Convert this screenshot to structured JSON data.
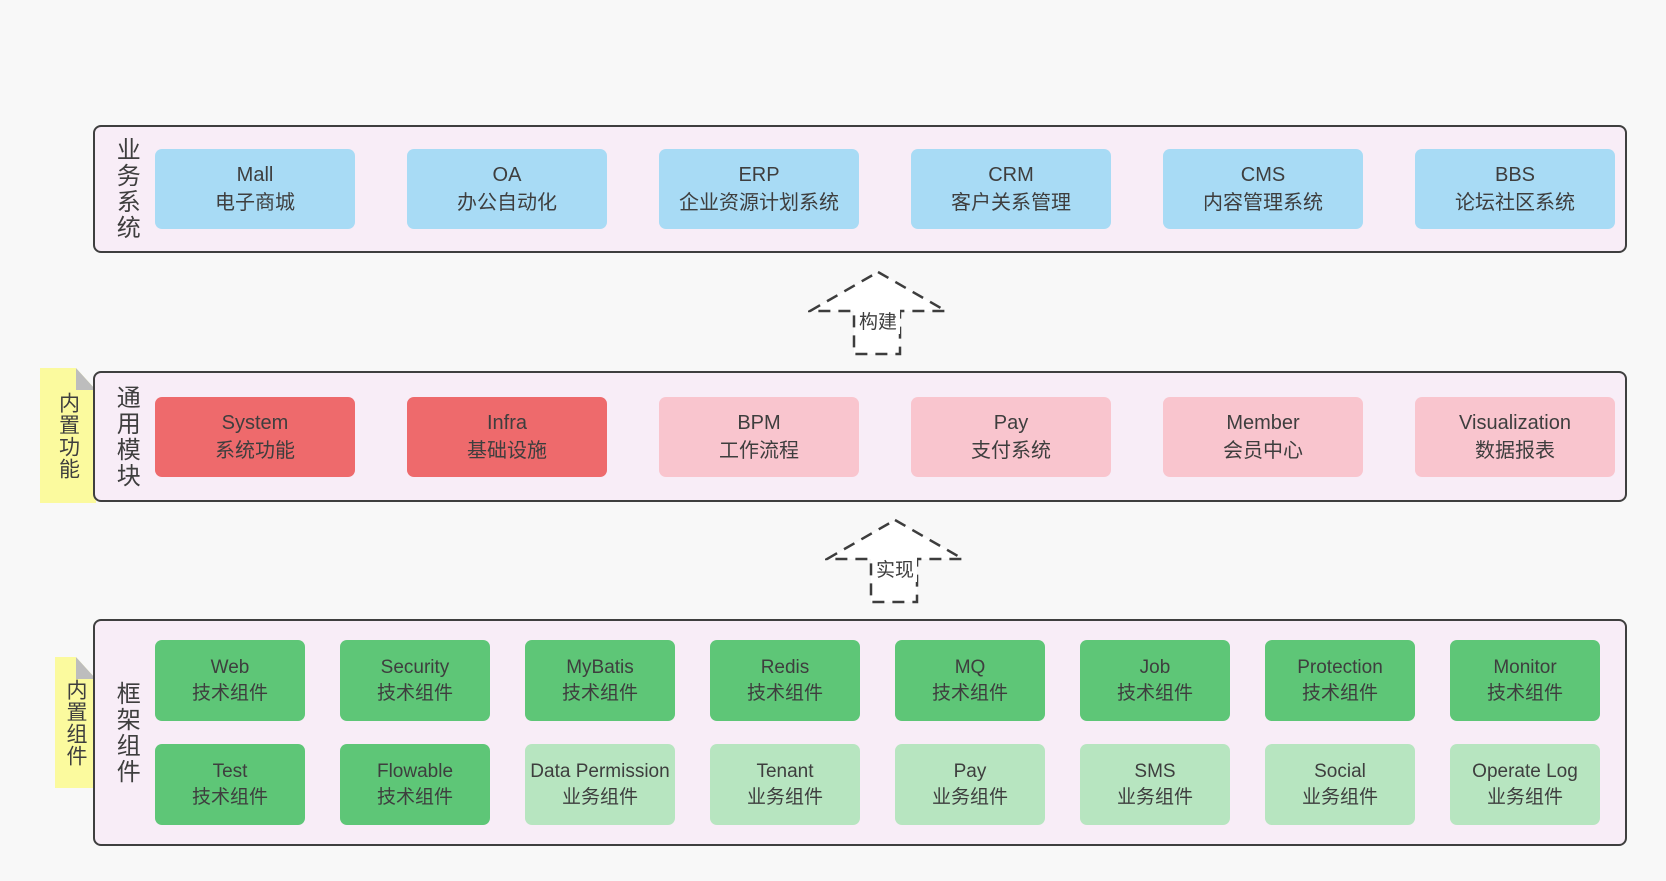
{
  "colors": {
    "page_bg": "#f8f8f8",
    "panel_bg": "#f8edf7",
    "panel_border": "#3f3f3f",
    "text": "#3e3e3e",
    "blue": "#a8dbf5",
    "red": "#ee6a6c",
    "pink": "#f9c5ce",
    "green": "#5ec677",
    "lightgreen": "#b7e5c0",
    "sticky": "#fbfa9e",
    "fold": "#bdbdbd",
    "arrow_stroke": "#3d3d3d",
    "arrow_fill": "#ffffff"
  },
  "sections": [
    {
      "label": "业务系统",
      "rows": [
        [
          {
            "en": "Mall",
            "zh": "电子商城",
            "variant": "blue"
          },
          {
            "en": "OA",
            "zh": "办公自动化",
            "variant": "blue"
          },
          {
            "en": "ERP",
            "zh": "企业资源计划系统",
            "variant": "blue"
          },
          {
            "en": "CRM",
            "zh": "客户关系管理",
            "variant": "blue"
          },
          {
            "en": "CMS",
            "zh": "内容管理系统",
            "variant": "blue"
          },
          {
            "en": "BBS",
            "zh": "论坛社区系统",
            "variant": "blue"
          }
        ]
      ]
    },
    {
      "label": "通用模块",
      "sticky": "内置功能",
      "rows": [
        [
          {
            "en": "System",
            "zh": "系统功能",
            "variant": "red"
          },
          {
            "en": "Infra",
            "zh": "基础设施",
            "variant": "red"
          },
          {
            "en": "BPM",
            "zh": "工作流程",
            "variant": "pink"
          },
          {
            "en": "Pay",
            "zh": "支付系统",
            "variant": "pink"
          },
          {
            "en": "Member",
            "zh": "会员中心",
            "variant": "pink"
          },
          {
            "en": "Visualization",
            "zh": "数据报表",
            "variant": "pink"
          }
        ]
      ]
    },
    {
      "label": "框架组件",
      "sticky": "内置组件",
      "rows": [
        [
          {
            "en": "Web",
            "zh": "技术组件",
            "variant": "green"
          },
          {
            "en": "Security",
            "zh": "技术组件",
            "variant": "green"
          },
          {
            "en": "MyBatis",
            "zh": "技术组件",
            "variant": "green"
          },
          {
            "en": "Redis",
            "zh": "技术组件",
            "variant": "green"
          },
          {
            "en": "MQ",
            "zh": "技术组件",
            "variant": "green"
          },
          {
            "en": "Job",
            "zh": "技术组件",
            "variant": "green"
          },
          {
            "en": "Protection",
            "zh": "技术组件",
            "variant": "green"
          },
          {
            "en": "Monitor",
            "zh": "技术组件",
            "variant": "green"
          }
        ],
        [
          {
            "en": "Test",
            "zh": "技术组件",
            "variant": "green"
          },
          {
            "en": "Flowable",
            "zh": "技术组件",
            "variant": "green"
          },
          {
            "en": "Data Permission",
            "zh": "业务组件",
            "variant": "lightgreen"
          },
          {
            "en": "Tenant",
            "zh": "业务组件",
            "variant": "lightgreen"
          },
          {
            "en": "Pay",
            "zh": "业务组件",
            "variant": "lightgreen"
          },
          {
            "en": "SMS",
            "zh": "业务组件",
            "variant": "lightgreen"
          },
          {
            "en": "Social",
            "zh": "业务组件",
            "variant": "lightgreen"
          },
          {
            "en": "Operate Log",
            "zh": "业务组件",
            "variant": "lightgreen"
          }
        ]
      ]
    }
  ],
  "arrows": [
    {
      "label": "构建"
    },
    {
      "label": "实现"
    }
  ]
}
